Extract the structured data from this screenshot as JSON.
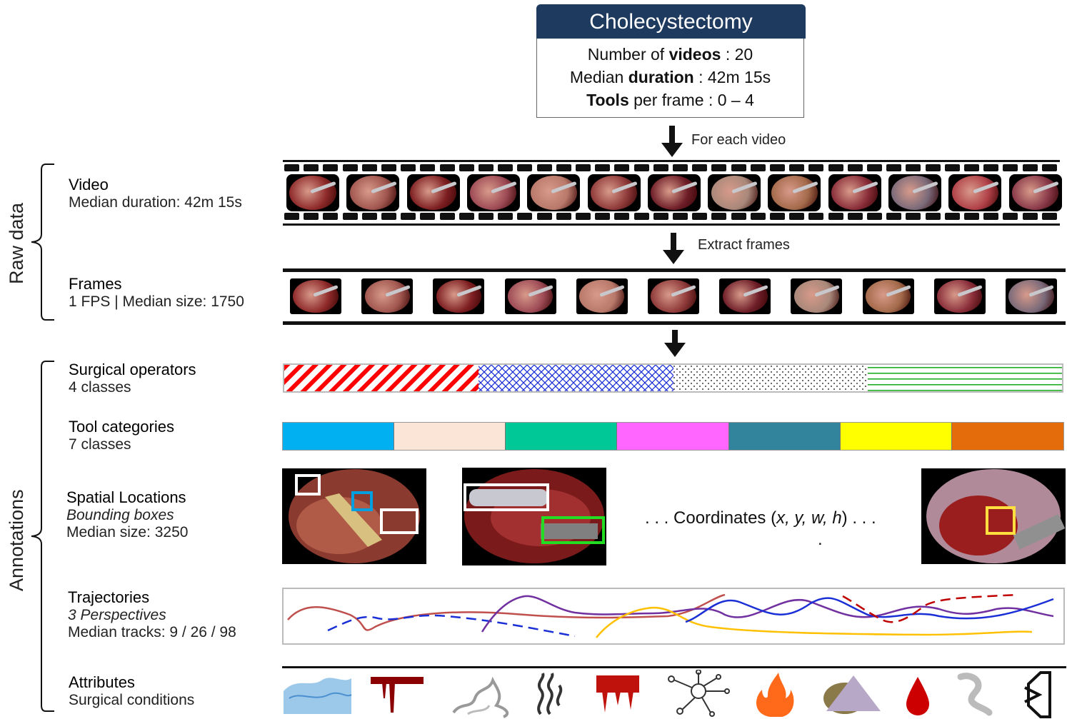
{
  "header": {
    "title": "Cholecystectomy",
    "stats": {
      "videos_pre": "Number of ",
      "videos_bold": "videos",
      "videos_post": " : 20",
      "duration_pre": "Median ",
      "duration_bold": "duration",
      "duration_post": " : 42m 15s",
      "tools_bold": "Tools",
      "tools_post": " per frame : 0 – 4"
    }
  },
  "flow": {
    "for_each_video": "For each video",
    "extract_frames": "Extract frames"
  },
  "side_labels": {
    "raw_data": "Raw data",
    "annotations": "Annotations"
  },
  "rows": {
    "video": {
      "title": "Video",
      "sub": "Median duration: 42m 15s"
    },
    "frames": {
      "title": "Frames",
      "sub": "1 FPS  |  Median size: 1750"
    },
    "operators": {
      "title": "Surgical operators",
      "sub": "4 classes"
    },
    "tools": {
      "title": "Tool categories",
      "sub": "7 classes"
    },
    "spatial": {
      "title": "Spatial Locations",
      "sub_italic": "Bounding boxes",
      "sub": "Median size: 3250"
    },
    "trajectories": {
      "title": "Trajectories",
      "sub_italic": "3 Perspectives",
      "sub": "Median tracks: 9 / 26 / 98"
    },
    "attributes": {
      "title": "Attributes",
      "sub": "Surgical conditions"
    }
  },
  "coordinates": {
    "pre": ". . . Coordinates (",
    "vars": "x, y, w, h",
    "post": ") . . .",
    "dot": "."
  },
  "colors": {
    "header_bg": "#1f3a5f",
    "operator_1": "#ff0000",
    "operator_2": "#1a2fd6",
    "operator_3": "#000000",
    "operator_4": "#22b022",
    "tool_categories": [
      "#00b0f0",
      "#fbe5d6",
      "#00c896",
      "#ff66ff",
      "#31849b",
      "#ffff00",
      "#e46c0a"
    ],
    "box_white": "#ffffff",
    "box_blue": "#00a0e0",
    "box_green": "#22dd22",
    "box_yellow": "#ffe040",
    "traj_red": "#c0504d",
    "traj_purple": "#7030a0",
    "traj_blue": "#1a2fd6",
    "traj_orange": "#ffc000",
    "traj_darkred": "#c00000"
  },
  "attribute_icons": [
    "water-splash-icon",
    "blood-drip-icon",
    "smoke-icon",
    "vapor-icon",
    "blood-splatter-icon",
    "network-icon",
    "fire-icon",
    "debris-cloud-icon",
    "blood-drop-icon",
    "gauze-icon",
    "occlusion-icon"
  ]
}
